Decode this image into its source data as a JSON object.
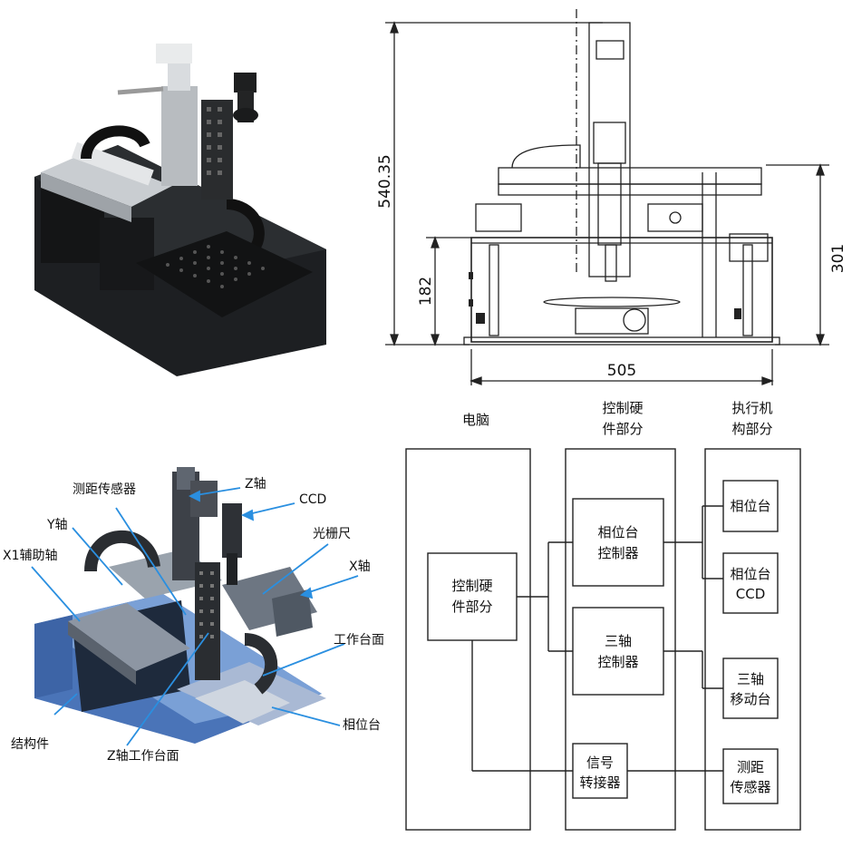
{
  "photo_panel": {},
  "drawing": {
    "dims": {
      "height_total": "540.35",
      "height_lower": "182",
      "height_right": "301",
      "width": "505"
    }
  },
  "schematic3d": {
    "labels": {
      "ranging_sensor": "测距传感器",
      "z_axis": "Z轴",
      "ccd": "CCD",
      "y_axis": "Y轴",
      "grating_ruler": "光栅尺",
      "x1_aux_axis": "X1辅助轴",
      "x_axis": "X轴",
      "work_surface": "工作台面",
      "phase_stage": "相位台",
      "structure": "结构件",
      "z_work_surface": "Z轴工作台面"
    },
    "colors": {
      "callout": "#2a8fe0",
      "frame": "#4a74b8"
    }
  },
  "block_diagram": {
    "columns": {
      "computer": "电脑",
      "control_hw": [
        "控制硬",
        "件部分"
      ],
      "actuator": [
        "执行机",
        "构部分"
      ]
    },
    "computer_box": [
      "控制硬",
      "件部分"
    ],
    "controllers": {
      "phase_ctrl": [
        "相位台",
        "控制器"
      ],
      "triaxis_ctrl": [
        "三轴",
        "控制器"
      ],
      "signal_conv": [
        "信号",
        "转接器"
      ]
    },
    "actuators": {
      "phase_stage": [
        "相位台"
      ],
      "phase_ccd": [
        "相位台",
        "CCD"
      ],
      "triaxis_stage": [
        "三轴",
        "移动台"
      ],
      "ranging_sensor": [
        "测距",
        "传感器"
      ]
    }
  }
}
